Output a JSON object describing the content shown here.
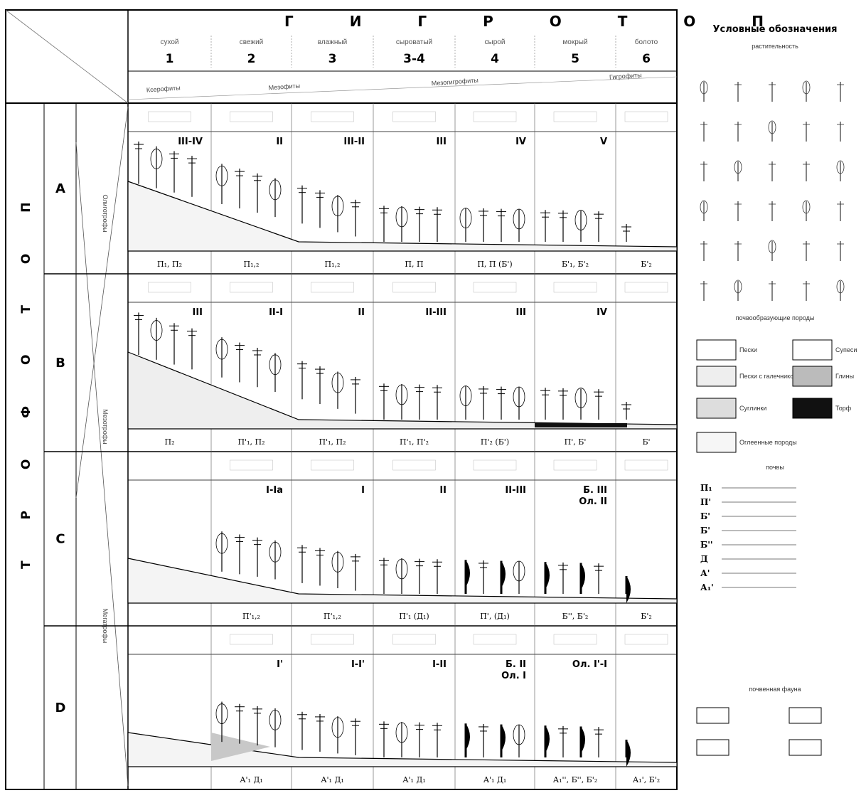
{
  "hygrotope": {
    "title": "Г И Г Р О Т О П",
    "columns": [
      {
        "name": "сухой",
        "num": "1"
      },
      {
        "name": "свежий",
        "num": "2"
      },
      {
        "name": "влажный",
        "num": "3"
      },
      {
        "name": "сыроватый",
        "num": "3-4"
      },
      {
        "name": "сырой",
        "num": "4"
      },
      {
        "name": "мокрый",
        "num": "5"
      },
      {
        "name": "болото",
        "num": "6"
      }
    ],
    "groups": [
      "Ксерофиты",
      "Мезофиты",
      "Мезогигрофиты",
      "Гигрофиты"
    ]
  },
  "trophotope": {
    "title": "Т Р О Ф О Т О П",
    "groups": [
      "Олиготрофы",
      "Мезотрофы",
      "Мегатрофы"
    ]
  },
  "rows": [
    {
      "label": "A",
      "classes": [
        "III-IV",
        "II",
        "III-II",
        "III",
        "IV",
        "V",
        ""
      ],
      "soils": [
        "П₁, П₂",
        "П₁,₂",
        "П₁,₂",
        "П, П",
        "П, П (Б')",
        "Б'₁, Б'₂",
        "Б'₂"
      ]
    },
    {
      "label": "B",
      "classes": [
        "III",
        "II-I",
        "II",
        "II-III",
        "III",
        "IV",
        ""
      ],
      "soils": [
        "П₂",
        "П'₁, П₂",
        "П'₁, П₂",
        "П'₁, П'₂",
        "П'₂ (Б')",
        "П', Б'",
        "Б'"
      ]
    },
    {
      "label": "C",
      "classes": [
        "",
        "I-Ia",
        "I",
        "II",
        "II-III",
        "Б. III\nОл. II",
        ""
      ],
      "soils": [
        "",
        "П'₁,₂",
        "П'₁,₂",
        "П'₁ (Д₁)",
        "П', (Д₁)",
        "Б'', Б'₂",
        "Б'₂"
      ]
    },
    {
      "label": "D",
      "classes": [
        "",
        "I'",
        "I-I'",
        "I-II",
        "Б. II\nОл. I",
        "Ол. I'-I",
        ""
      ],
      "soils": [
        "",
        "А'₁ Д₁",
        "А'₁ Д₁",
        "А'₁ Д₁",
        "А'₁ Д₁",
        "А₁'', Б'', Б'₂",
        "А₁', Б'₂"
      ]
    }
  ],
  "legend": {
    "title": "Условные обозначения",
    "sections": [
      "растительность",
      "почвообразующие породы",
      "почвы",
      "почвенная фауна"
    ],
    "rocks": [
      "Пески",
      "Супеси",
      "Пески с галечником",
      "Глины",
      "Суглинки",
      "Торф",
      "Оглеенные породы"
    ],
    "soil_codes": [
      "П₁",
      "П'",
      "Б'",
      "Б'",
      "Б''",
      "Д",
      "А'",
      "А₁'"
    ]
  },
  "colors": {
    "line": "#000000",
    "grid": "#333333",
    "fill_clay": "#c8c8c8",
    "peat": "#111111"
  }
}
